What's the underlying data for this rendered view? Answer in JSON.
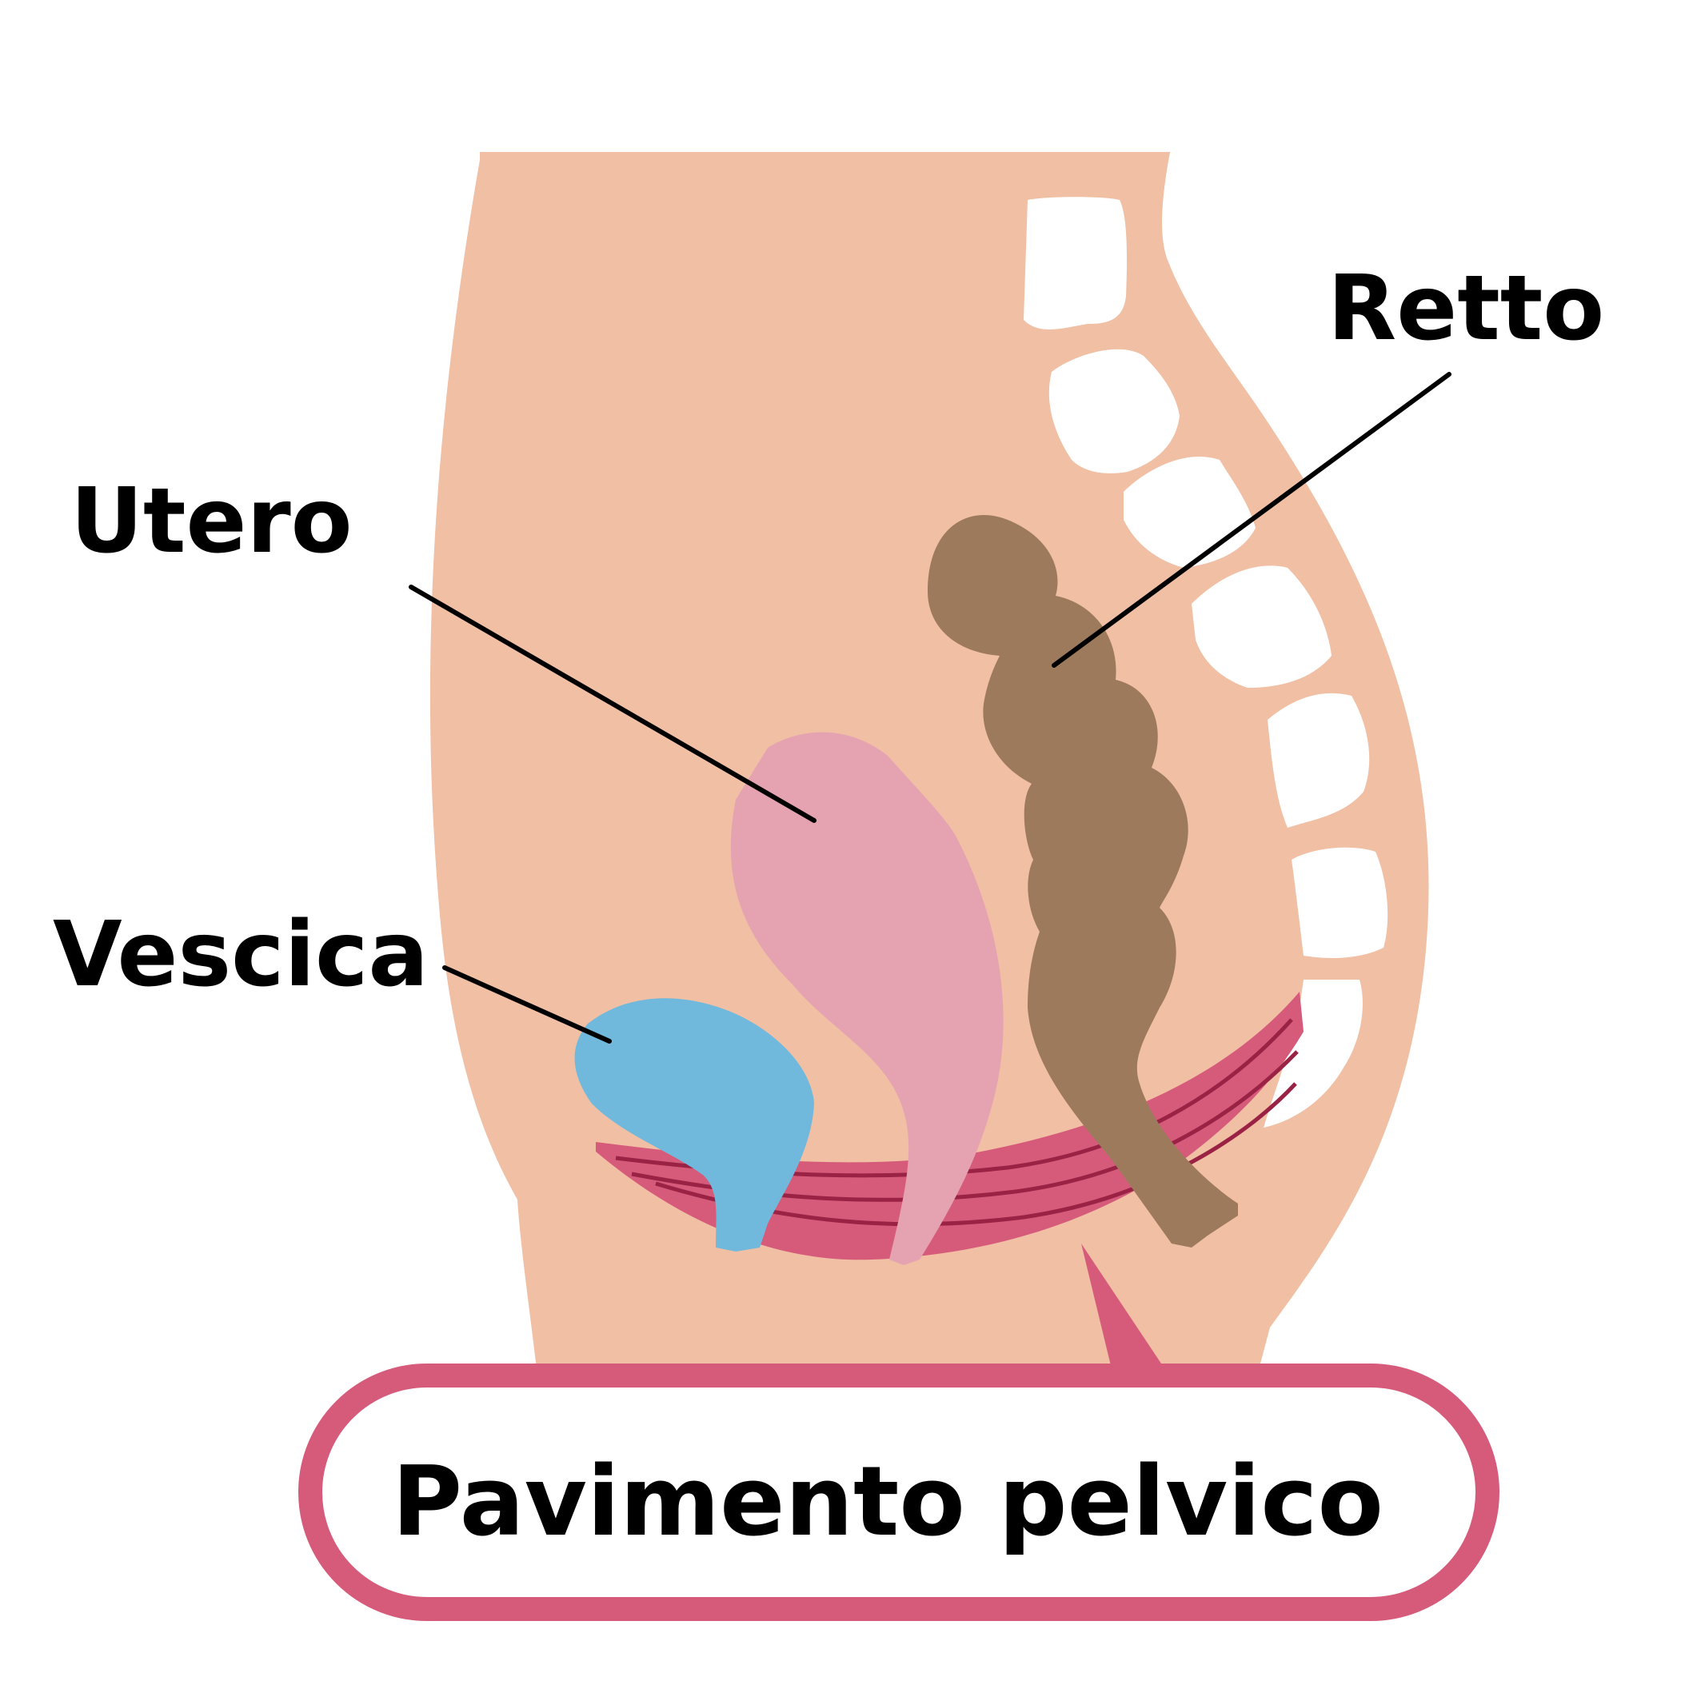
{
  "labels": {
    "rectum": "Retto",
    "uterus": "Utero",
    "bladder": "Vescica",
    "pelvic_floor": "Pavimento pelvico"
  },
  "colors": {
    "skin": "#f0bfa4",
    "bone": "#ffffff",
    "rectum": "#9e7a5c",
    "uterus": "#e5a3b1",
    "bladder": "#71b9dc",
    "muscle": "#d65b7b",
    "muscle_stripe": "#9a2244",
    "callout_border": "#d65b7b",
    "leader_line": "#000000"
  }
}
